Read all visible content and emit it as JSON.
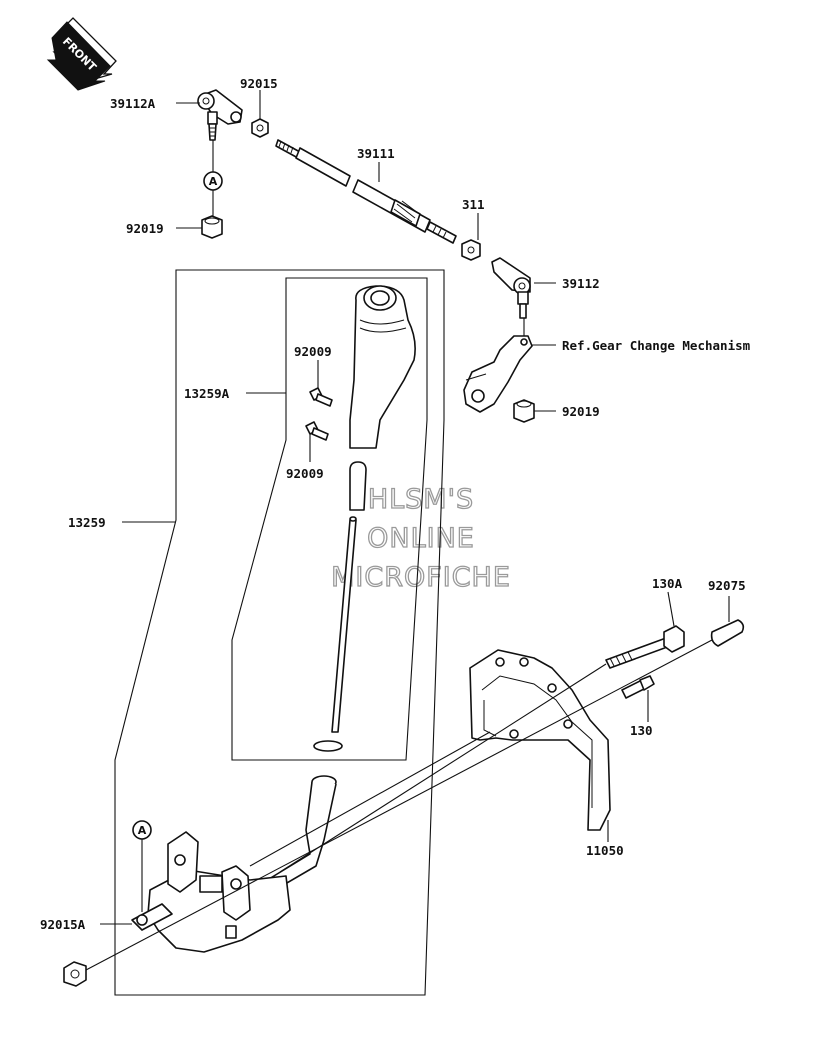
{
  "front_arrow": {
    "label": "FRONT"
  },
  "watermark": [
    "HLSM'S",
    "ONLINE",
    "MICROFICHE"
  ],
  "callout_marker": "A",
  "labels": {
    "p39112A": "39112A",
    "p92015": "92015",
    "p39111": "39111",
    "p92019_top": "92019",
    "p311": "311",
    "p39112": "39112",
    "ref_gear": "Ref.Gear Change Mechanism",
    "p92009_top": "92009",
    "p13259A": "13259A",
    "p92009_bottom": "92009",
    "p92019_right": "92019",
    "p13259": "13259",
    "p130A": "130A",
    "p92075": "92075",
    "p130": "130",
    "p11050": "11050",
    "p92015A": "92015A"
  }
}
